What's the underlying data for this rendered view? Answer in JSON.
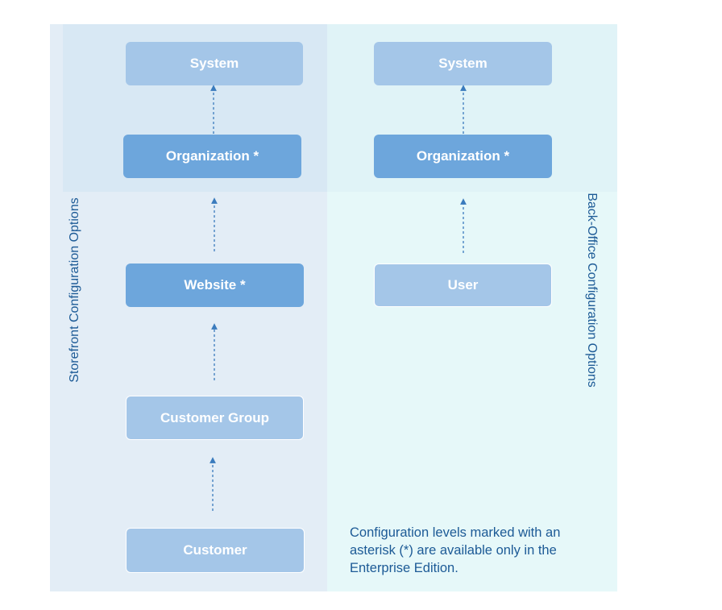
{
  "storefront": {
    "label": "Storefront Configuration Options",
    "levels": [
      "System",
      "Organization *",
      "Website *",
      "Customer Group",
      "Customer"
    ]
  },
  "backoffice": {
    "label": "Back-Office Configuration Options",
    "levels": [
      "System",
      "Organization *",
      "User"
    ]
  },
  "note": "Configuration levels marked with an asterisk (*) are available only in the Enterprise Edition.",
  "colors": {
    "light_node": "#a4c6e8",
    "dark_node": "#6da6dc",
    "label_text": "#1c5a96",
    "arrow": "#3a7bbd"
  }
}
